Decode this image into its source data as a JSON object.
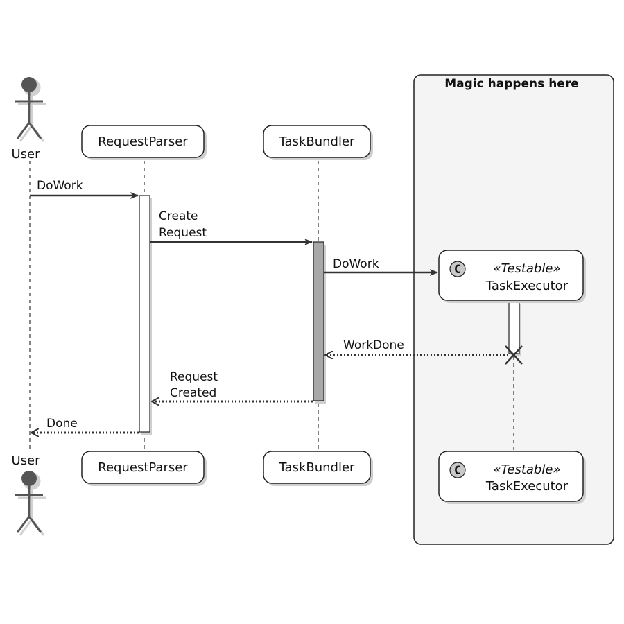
{
  "box": {
    "title": "Magic happens here"
  },
  "participants": {
    "user": "User",
    "request_parser": "RequestParser",
    "task_bundler": "TaskBundler",
    "task_executor": {
      "name": "TaskExecutor",
      "stereotype": "«Testable»",
      "class_glyph": "C"
    }
  },
  "messages": {
    "do_work_1": "DoWork",
    "create_request": [
      "Create",
      "Request"
    ],
    "do_work_2": "DoWork",
    "work_done": "WorkDone",
    "request_created": [
      "Request",
      "Created"
    ],
    "done": "Done"
  },
  "colors": {
    "box_fill": "#f4f4f4",
    "bundler_activation": "#a8a8a8",
    "shadow": "#cfcfcf",
    "line": "#333333"
  }
}
